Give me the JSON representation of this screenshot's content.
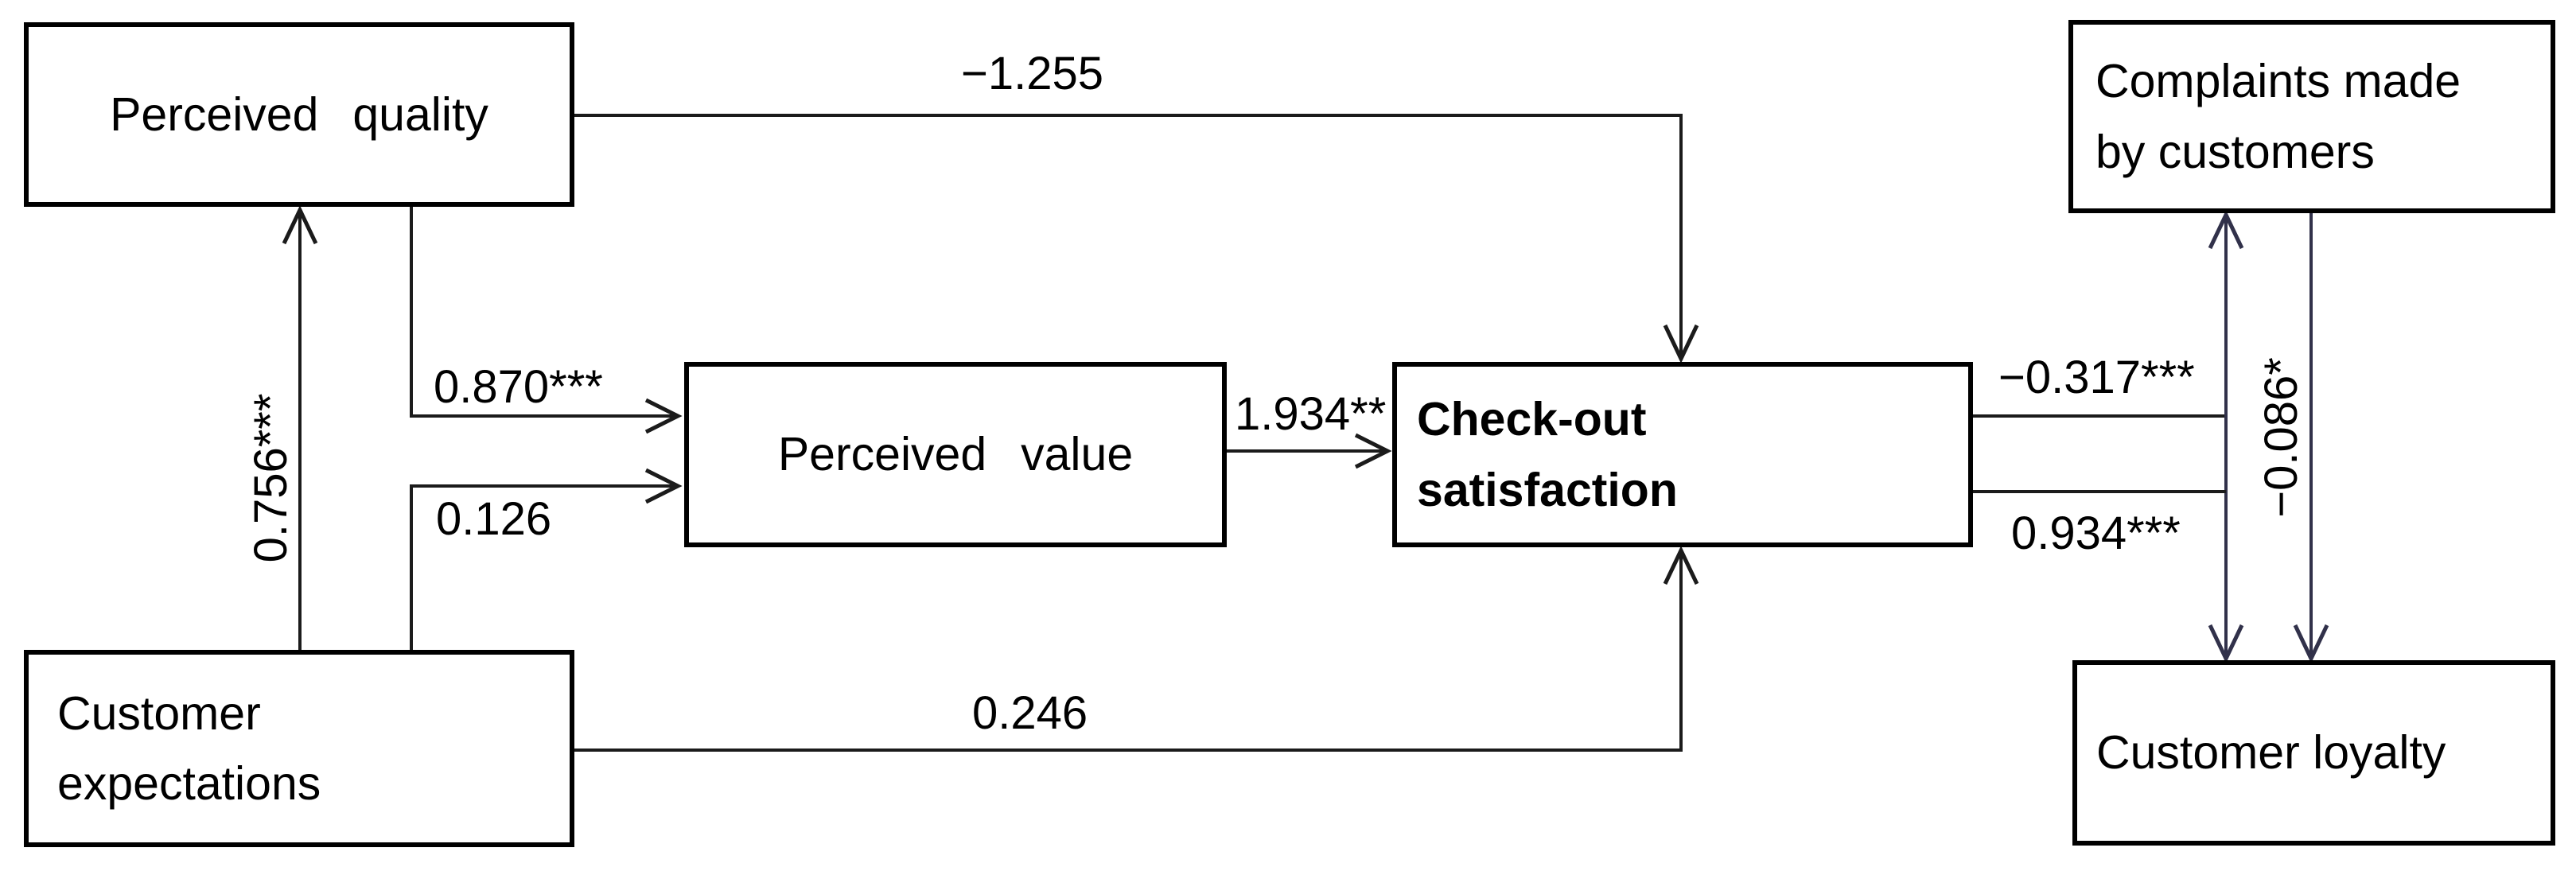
{
  "diagram": {
    "type": "sem-path-diagram",
    "colors": {
      "background": "#ffffff",
      "box_border": "#000000",
      "text": "#000000",
      "line": "#1b1b1b",
      "line_alt": "#31314a"
    },
    "nodes": [
      {
        "id": "perceived_quality",
        "label": "Perceived quality"
      },
      {
        "id": "customer_expectations",
        "label": "Customer expectations",
        "line1": "Customer",
        "line2": "expectations"
      },
      {
        "id": "perceived_value",
        "label": "Perceived value"
      },
      {
        "id": "checkout_satisfaction",
        "label": "Check-out satisfaction",
        "line1": "Check-out",
        "line2": "satisfaction"
      },
      {
        "id": "complaints",
        "label": "Complaints made by customers",
        "line1": "Complaints made",
        "line2": "by customers"
      },
      {
        "id": "customer_loyalty",
        "label": "Customer loyalty"
      }
    ],
    "paths": [
      {
        "from": "customer_expectations",
        "to": "perceived_quality",
        "coefficient": "0.756***"
      },
      {
        "from": "perceived_quality",
        "to": "perceived_value",
        "coefficient": "0.870***"
      },
      {
        "from": "customer_expectations",
        "to": "perceived_value",
        "coefficient": "0.126"
      },
      {
        "from": "perceived_value",
        "to": "checkout_satisfaction",
        "coefficient": "1.934**"
      },
      {
        "from": "perceived_quality",
        "to": "checkout_satisfaction",
        "coefficient": "−1.255"
      },
      {
        "from": "customer_expectations",
        "to": "checkout_satisfaction",
        "coefficient": "0.246"
      },
      {
        "from": "checkout_satisfaction",
        "to": "complaints",
        "coefficient": "−0.317***"
      },
      {
        "from": "checkout_satisfaction",
        "to": "customer_loyalty",
        "coefficient": "0.934***"
      },
      {
        "from": "complaints",
        "to": "customer_loyalty",
        "coefficient": "−0.086*"
      }
    ]
  }
}
